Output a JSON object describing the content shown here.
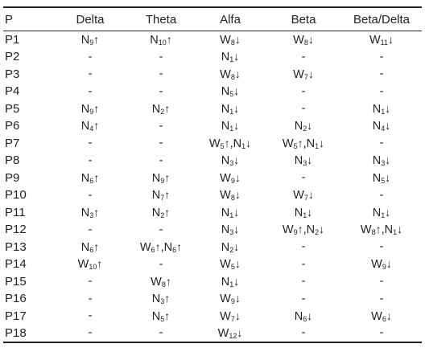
{
  "table": {
    "headers": [
      "P",
      "Delta",
      "Theta",
      "Alfa",
      "Beta",
      "Beta/Delta"
    ],
    "rows": [
      [
        "P1",
        "N_9 ↑",
        "N_10 ↑",
        "W_8 ↓",
        "W_8 ↓",
        "W_11 ↓"
      ],
      [
        "P2",
        "-",
        "-",
        "N_1 ↓",
        "-",
        "-"
      ],
      [
        "P3",
        "-",
        "-",
        "W_8 ↓",
        "W_7 ↓",
        "-"
      ],
      [
        "P4",
        "-",
        "-",
        "N_5 ↓",
        "-",
        "-"
      ],
      [
        "P5",
        "N_9 ↑",
        "N_2 ↑",
        "N_1 ↓",
        "-",
        "N_1 ↓"
      ],
      [
        "P6",
        "N_4 ↑",
        "-",
        "N_1 ↓",
        "N_2 ↓",
        "N_4 ↓"
      ],
      [
        "P7",
        "-",
        "-",
        "W_5 ↑,N_1 ↓",
        "W_5 ↑,N_1 ↓",
        "-"
      ],
      [
        "P8",
        "-",
        "-",
        "N_3 ↓",
        "N_3 ↓",
        "N_3 ↓"
      ],
      [
        "P9",
        "N_6 ↑",
        "N_9 ↑",
        "W_9 ↓",
        "-",
        "N_5 ↓"
      ],
      [
        "P10",
        "-",
        "N_7 ↑",
        "W_8 ↓",
        "W_7 ↓",
        "-"
      ],
      [
        "P11",
        "N_3 ↑",
        "N_2 ↑",
        "N_1 ↓",
        "N_1 ↓",
        "N_1 ↓"
      ],
      [
        "P12",
        "-",
        "-",
        "N_3 ↓",
        "W_9 ↑,N_2 ↓",
        "W_8 ↑,N_1 ↓"
      ],
      [
        "P13",
        "N_6 ↑",
        "W_6 ↑,N_6 ↑",
        "N_2 ↓",
        "-",
        "-"
      ],
      [
        "P14",
        "W_10 ↑",
        "-",
        "W_5 ↓",
        "-",
        "W_9 ↓"
      ],
      [
        "P15",
        "-",
        "W_8 ↑",
        "N_1 ↓",
        "-",
        "-"
      ],
      [
        "P16",
        "-",
        "N_3 ↑",
        "W_9 ↓",
        "-",
        "-"
      ],
      [
        "P17",
        "-",
        "N_5 ↑",
        "W_7 ↓",
        "N_6 ↓",
        "W_6 ↓"
      ],
      [
        "P18",
        "-",
        "-",
        "W_12 ↓",
        "-",
        "-"
      ]
    ]
  }
}
